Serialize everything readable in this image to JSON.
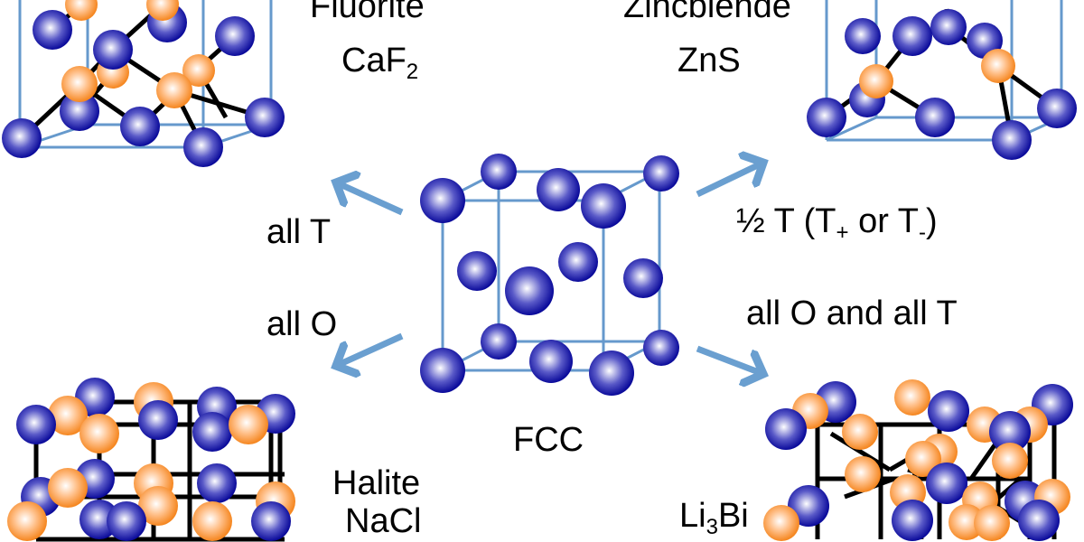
{
  "center": {
    "label": "FCC"
  },
  "structures": {
    "fluorite": {
      "name": "Fluorite",
      "formula_main": "CaF",
      "formula_sub": "2",
      "rule": "all T"
    },
    "zincblende": {
      "name": "Zincblende",
      "formula": "ZnS",
      "rule_main": "½ T  (T",
      "rule_plus": "+",
      "rule_or": " or T",
      "rule_minus": "-",
      "rule_close": ")"
    },
    "halite": {
      "name": "Halite",
      "formula": "NaCl",
      "rule": "all O"
    },
    "li3bi": {
      "formula_a": "Li",
      "formula_sub": "3",
      "formula_b": "Bi",
      "rule": "all O and all T"
    }
  },
  "colors": {
    "anion": "#0a0a9a",
    "cation": "#f5861f",
    "cell_edge": "#6699cc",
    "arrow": "#6a9fd0",
    "bond": "#000000"
  }
}
